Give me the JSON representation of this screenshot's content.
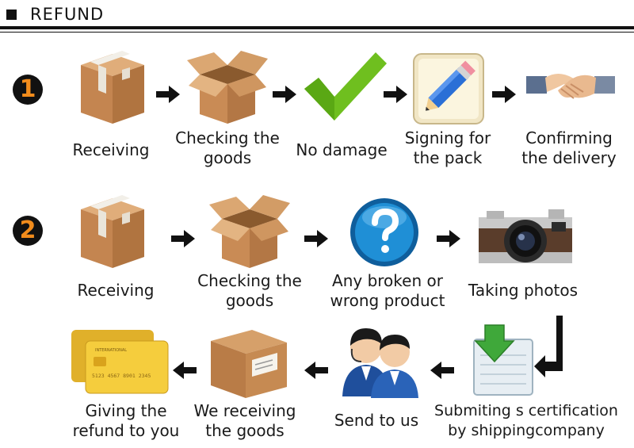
{
  "header": {
    "title": "REFUND"
  },
  "step1": {
    "number": "1",
    "items": [
      {
        "label": [
          "Receiving"
        ],
        "icon": "sealed-box-icon"
      },
      {
        "label": [
          "Checking the",
          "goods"
        ],
        "icon": "open-box-icon"
      },
      {
        "label": [
          "No damage"
        ],
        "icon": "green-checkmark-icon"
      },
      {
        "label": [
          "Signing for",
          "the pack"
        ],
        "icon": "pencil-icon"
      },
      {
        "label": [
          "Confirming",
          "the delivery"
        ],
        "icon": "handshake-icon"
      }
    ]
  },
  "step2": {
    "number": "2",
    "items": [
      {
        "label": [
          "Receiving"
        ],
        "icon": "sealed-box-icon"
      },
      {
        "label": [
          "Checking the",
          "goods"
        ],
        "icon": "open-box-icon"
      },
      {
        "label": [
          "Any broken or",
          "wrong product"
        ],
        "icon": "question-mark-icon"
      },
      {
        "label": [
          "Taking photos"
        ],
        "icon": "camera-icon"
      }
    ],
    "return_items": [
      {
        "label": [
          "Submiting s certification",
          "by shippingcompany"
        ],
        "icon": "certificate-download-icon"
      },
      {
        "label": [
          "Send to us"
        ],
        "icon": "support-agents-icon"
      },
      {
        "label": [
          "We receiving",
          "the goods"
        ],
        "icon": "labeled-box-icon"
      },
      {
        "label": [
          "Giving the",
          "refund to you"
        ],
        "icon": "credit-card-icon"
      }
    ]
  },
  "card_text": {
    "brand": "INTERNATIONAL",
    "number": "5123 4567 8901 2345"
  },
  "colors": {
    "badge_bg": "#111111",
    "badge_digit": "#f28c1c",
    "box": "#c98b55",
    "check": "#6fbf1f",
    "question": "#1f8fd6"
  }
}
